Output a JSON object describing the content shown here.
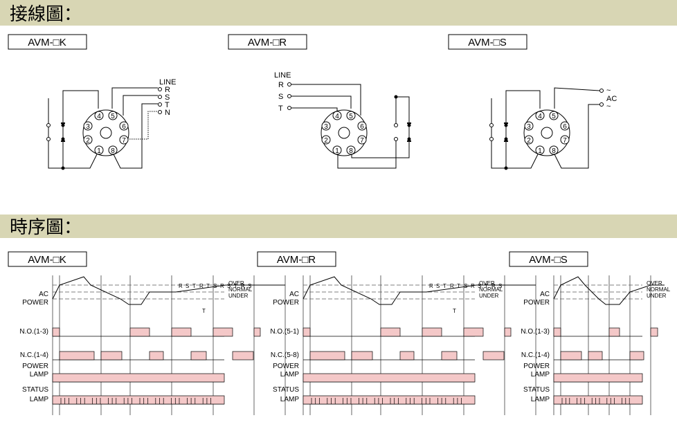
{
  "wiring": {
    "title": "接線圖：",
    "models": [
      {
        "label": "AVM-□K",
        "line_labels": [
          "LINE",
          "R",
          "S",
          "T",
          "N"
        ]
      },
      {
        "label": "AVM-□R",
        "line_labels": [
          "LINE",
          "R",
          "S",
          "T"
        ]
      },
      {
        "label": "AVM-□S",
        "line_labels": [
          "~",
          "AC",
          "~"
        ]
      }
    ],
    "pins": [
      "1",
      "2",
      "3",
      "4",
      "5",
      "6",
      "7",
      "8"
    ]
  },
  "timing": {
    "title": "時序圖：",
    "models": [
      {
        "label": "AVM-□K",
        "rows": [
          "AC",
          "POWER",
          "N.O.(1-3)",
          "N.C.(1-4)",
          "POWER",
          "LAMP",
          "STATUS",
          "LAMP"
        ]
      },
      {
        "label": "AVM-□R",
        "rows": [
          "AC",
          "POWER",
          "N.O.(5-1)",
          "N.C.(5-8)",
          "POWER",
          "LAMP",
          "STATUS",
          "LAMP"
        ]
      },
      {
        "label": "AVM-□S",
        "rows": [
          "AC",
          "POWER",
          "N.O.(1-3)",
          "N.C.(1-4)",
          "POWER",
          "LAMP",
          "STATUS",
          "LAMP"
        ]
      }
    ],
    "levels": [
      "OVER",
      "NORMAL",
      "UNDER"
    ],
    "phase_labels": [
      "R",
      "S",
      "T",
      "R",
      "T",
      "S",
      "R",
      "S",
      "T",
      "R",
      "S"
    ],
    "t_label": "T"
  },
  "colors": {
    "header_band": "#d8d6b4",
    "pulse_fill": "#f4c8c8",
    "line": "#000000"
  }
}
